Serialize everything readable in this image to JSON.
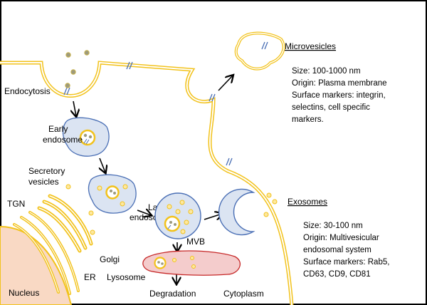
{
  "labels": {
    "endocytosis": "Endocytosis",
    "early_endosome": [
      "Early",
      "endosome"
    ],
    "secretory_vesicles": [
      "Secretory",
      "vesicles"
    ],
    "tgn": "TGN",
    "late_endosome": [
      "Late",
      "endosome"
    ],
    "golgi": "Golgi",
    "er": "ER",
    "nucleus": "Nucleus",
    "lysosome": "Lysosome",
    "degradation": "Degradation",
    "mvb": "MVB",
    "cytoplasm": "Cytoplasm"
  },
  "microvesicles": {
    "title": "Microvesicles",
    "size": "Size: 100-1000 nm",
    "origin": "Origin: Plasma membrane",
    "markers": [
      "Surface markers: integrin,",
      "selectins, cell specific",
      "markers."
    ]
  },
  "exosomes": {
    "title": "Exosomes",
    "size": "Size: 30-100 nm",
    "origin": [
      "Origin: Multivesicular",
      "endosomal system"
    ],
    "markers": [
      "Surface markers: Rab5,",
      "CD63, CD9, CD81"
    ]
  },
  "colors": {
    "membrane": "#f2c21b",
    "organelle_fill": "#dbe4f2",
    "organelle_stroke": "#4a6fb5",
    "nucleus_fill": "#f9d9c4",
    "lysosome_fill": "#f4cccc",
    "lysosome_stroke": "#c62828",
    "cargo": "#9c9a7e"
  }
}
